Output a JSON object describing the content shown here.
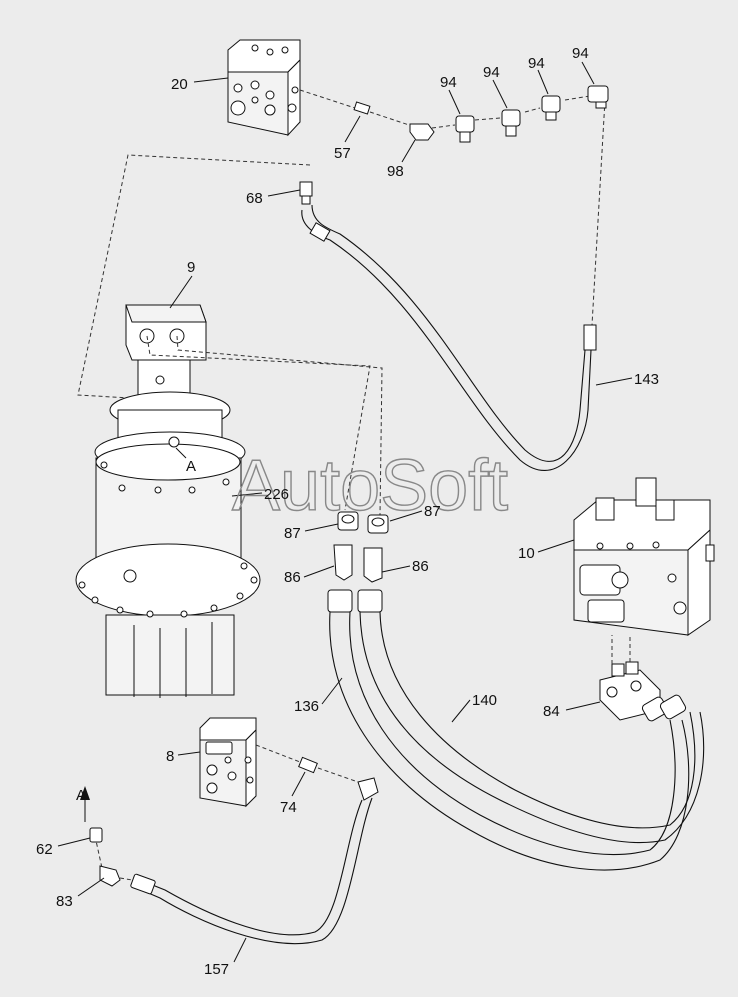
{
  "watermark": "AutoSoft",
  "labels": {
    "l20": "20",
    "l57": "57",
    "l98": "98",
    "l94a": "94",
    "l94b": "94",
    "l94c": "94",
    "l94d": "94",
    "l68": "68",
    "l9": "9",
    "l143": "143",
    "lA1": "A",
    "l226": "226",
    "l87a": "87",
    "l87b": "87",
    "l86a": "86",
    "l86b": "86",
    "l10": "10",
    "l136": "136",
    "l140": "140",
    "l84": "84",
    "l8": "8",
    "l74": "74",
    "lA2": "A",
    "l62": "62",
    "l83": "83",
    "l157": "157"
  }
}
